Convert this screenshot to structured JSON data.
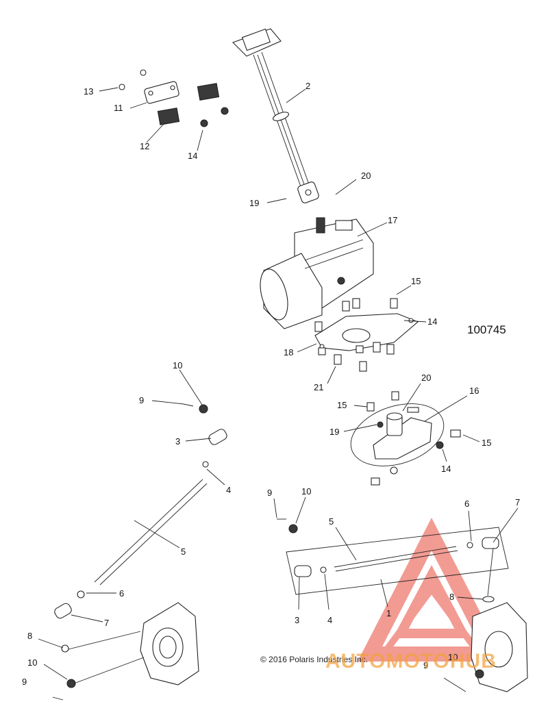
{
  "diagram": {
    "figure_number": "100745",
    "copyright": "© 2016 Polaris Industries Inc.",
    "watermark": "AUTOMOTOHUB",
    "callouts": {
      "c1": "1",
      "c2": "2",
      "c3": "3",
      "c4": "4",
      "c5": "5",
      "c6": "6",
      "c7": "7",
      "c8": "8",
      "c9": "9",
      "c10": "10",
      "c11": "11",
      "c12": "12",
      "c13": "13",
      "c14": "14",
      "c15": "15",
      "c16": "16",
      "c17": "17",
      "c18": "18",
      "c19": "19",
      "c20": "20",
      "c21": "21"
    }
  },
  "colors": {
    "line": "#222222",
    "watermark_red": "#e84a3c",
    "watermark_orange": "#f2a13a",
    "watermark_gray": "#5a5a5a"
  }
}
